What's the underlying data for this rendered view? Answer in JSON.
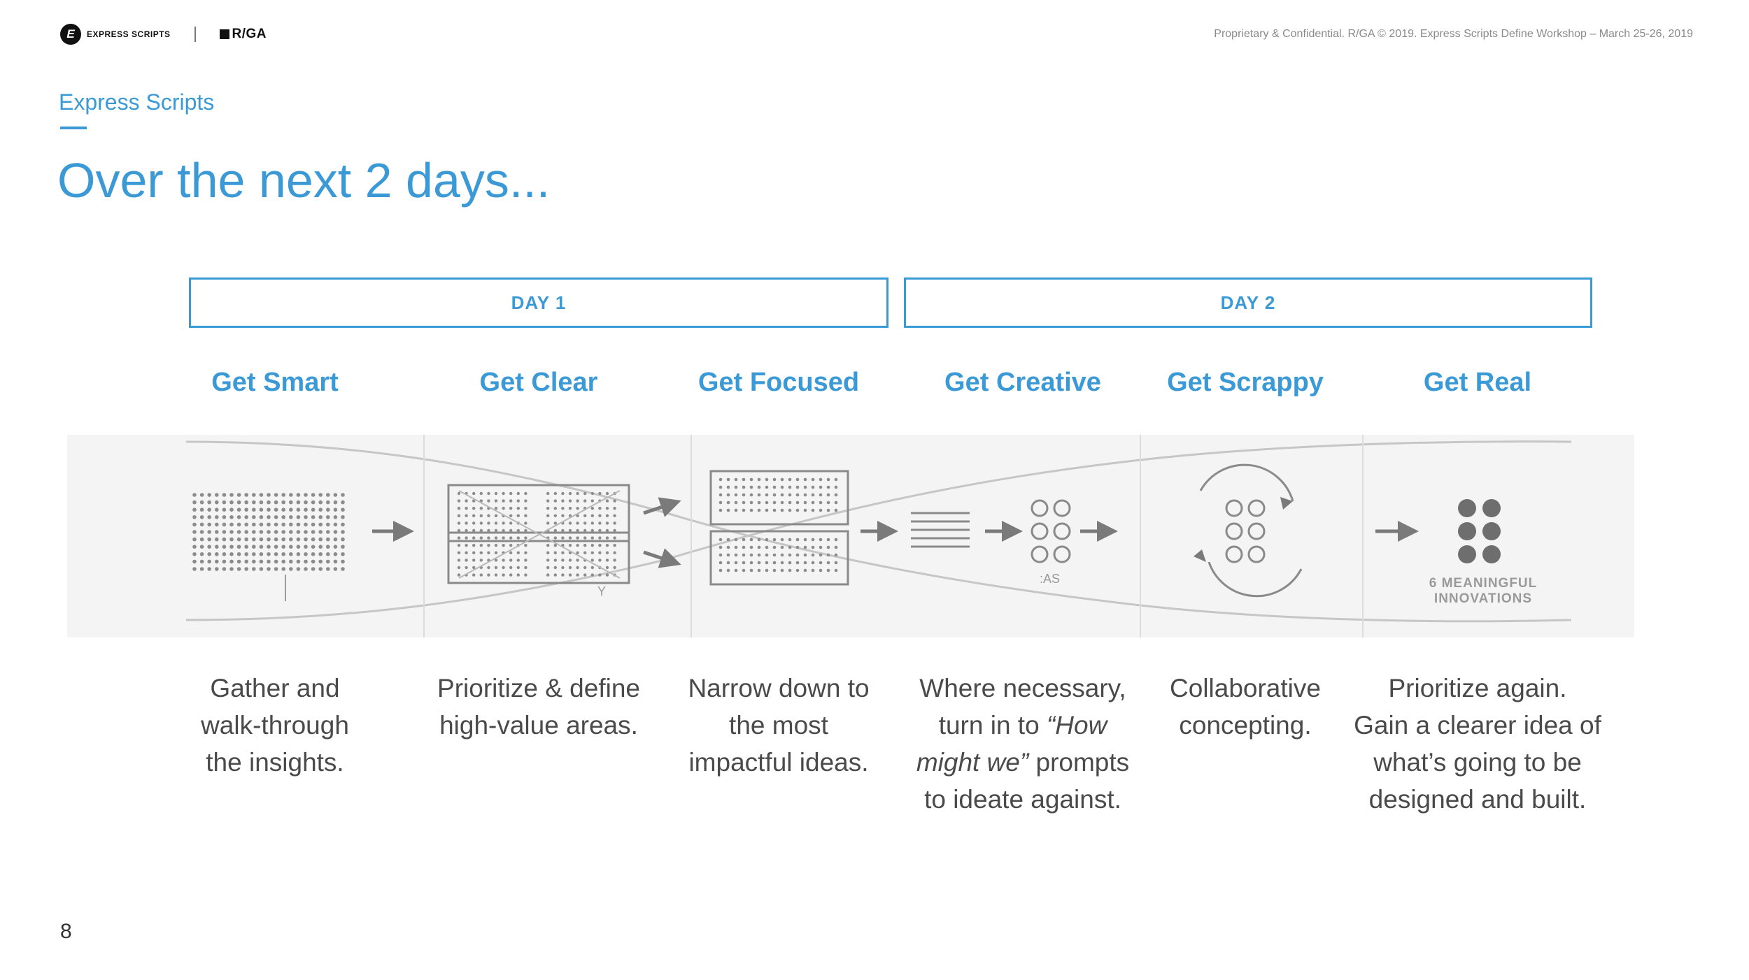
{
  "header": {
    "express_scripts_wordmark": "EXPRESS SCRIPTS",
    "express_scripts_mark": "E",
    "rga_wordmark": "R/GA",
    "confidential_note": "Proprietary & Confidential. R/GA © 2019. Express Scripts Define Workshop  – March 25-26, 2019"
  },
  "eyebrow": "Express Scripts",
  "title": "Over the next 2 days...",
  "days": [
    {
      "label": "DAY 1"
    },
    {
      "label": "DAY 2"
    }
  ],
  "phases": [
    {
      "title": "Get Smart",
      "desc": [
        "Gather and",
        "walk-through",
        "the insights."
      ]
    },
    {
      "title": "Get Clear",
      "desc": [
        "Prioritize & define",
        "high-value areas."
      ]
    },
    {
      "title": "Get Focused",
      "desc": [
        "Narrow down to",
        "the most",
        "impactful ideas."
      ]
    },
    {
      "title": "Get Creative",
      "desc_prefix_1": "Where necessary,",
      "desc_line2_a": "turn in to ",
      "desc_line2_em": "“How",
      "desc_line3_em": "might we”",
      "desc_line3_b": " prompts",
      "desc_line4": "to ideate against."
    },
    {
      "title": "Get Scrappy",
      "desc": [
        "Collaborative",
        "concepting."
      ]
    },
    {
      "title": "Get Real",
      "desc": [
        "Prioritize again.",
        "Gain a clearer idea of",
        "what’s going to be",
        "designed and built."
      ]
    }
  ],
  "diagram": {
    "label_ideas_fragment": ":AS",
    "label_meaningful_line1": "6  MEANINGFUL",
    "label_meaningful_line2": "INNOVATIONS",
    "label_y_fragment": "Y",
    "colors": {
      "grid_dot": "#8c8c8c",
      "line": "#b5b5b5",
      "arrow": "#7a7a7a",
      "filled_dot": "#6e6e6e",
      "wash": "#f2f2f2"
    }
  },
  "page_number": "8",
  "colors": {
    "accent": "#3b9ad6",
    "body_text": "#4a4a4a",
    "muted": "#8a8a8a"
  }
}
